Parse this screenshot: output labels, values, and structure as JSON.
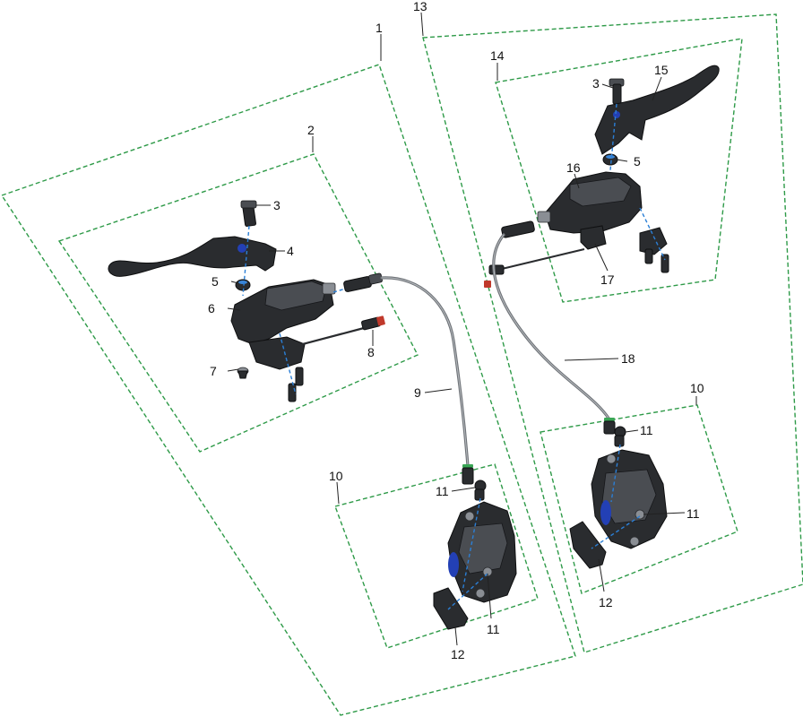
{
  "callouts": [
    "1",
    "2",
    "3",
    "4",
    "5",
    "6",
    "7",
    "8",
    "9",
    "10",
    "11",
    "12",
    "13",
    "14",
    "15",
    "16",
    "17",
    "18"
  ],
  "colors": {
    "group_border": "#2e9a48",
    "centerline": "#2b7fd6",
    "part": "#2a2c2f",
    "background": "#ffffff"
  },
  "groups": [
    {
      "id": "1",
      "contains": [
        "2",
        "9",
        "10"
      ]
    },
    {
      "id": "2",
      "contains": [
        "3",
        "4",
        "5",
        "6",
        "7",
        "8"
      ]
    },
    {
      "id": "10",
      "contains": [
        "11",
        "12"
      ]
    },
    {
      "id": "13",
      "contains": [
        "14",
        "18",
        "10"
      ]
    },
    {
      "id": "14",
      "contains": [
        "3",
        "5",
        "15",
        "16",
        "17"
      ]
    }
  ]
}
